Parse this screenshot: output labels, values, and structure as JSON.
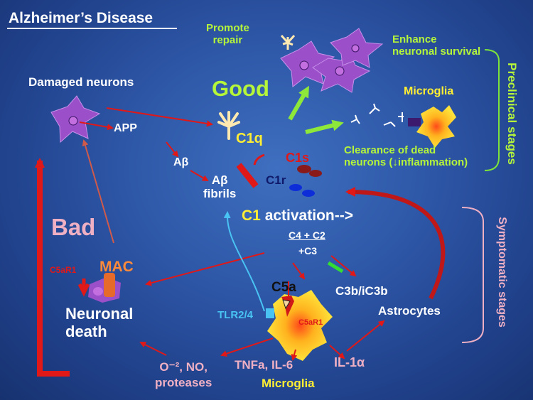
{
  "title": "Alzheimer’s Disease",
  "labels": {
    "promote_repair": "Promote\nrepair",
    "enhance_survival": "Enhance\nneuronal survival",
    "damaged_neurons": "Damaged neurons",
    "good": "Good",
    "microglia_top": "Microglia",
    "app": "APP",
    "c1q": "C1q",
    "abeta": "Aβ",
    "c1s": "C1s",
    "c1r": "C1r",
    "abeta_fibrils": "Aβ\nfibrils",
    "clearance": "Clearance of dead\nneurons (↓inflammation)",
    "c1_prefix": "C1",
    "c1_activation": " activation-->",
    "c4c2": "C4 + C2",
    "c3": "+C3",
    "bad": "Bad",
    "mac": "MAC",
    "c5ar1_left": "C5aR1",
    "c5a": "C5a",
    "c3b": "C3b/iC3b",
    "astrocytes": "Astrocytes",
    "neuronal_death": "Neuronal\ndeath",
    "tlr24": "TLR2/4",
    "c5ar1_microglia": "C5aR1",
    "o2_no": "O⁻², NO,\nproteases",
    "tnfa": "TNFa, IL-6",
    "il1a": "IL-1α",
    "microglia_bottom": "Microglia"
  },
  "stages": {
    "preclinical": "Preclinical stages",
    "symptomatic": "Symptomatic stages"
  },
  "colors": {
    "good_green": "#b5f53a",
    "arrow_red": "#e01818",
    "neuron_purple": "#9b4fc8",
    "microglia_yellow": "#ffd21e",
    "tlr_cyan": "#49c3f2"
  }
}
